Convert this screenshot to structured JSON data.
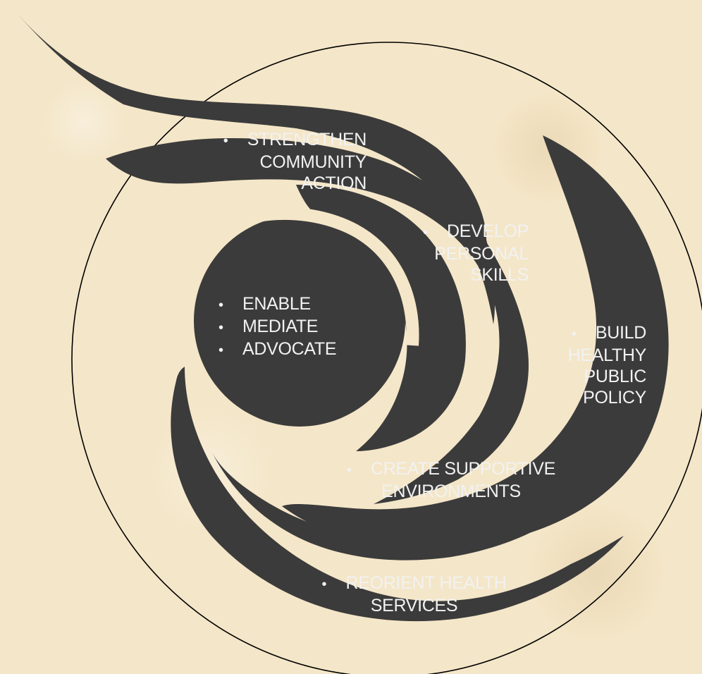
{
  "colors": {
    "background": "#f4e6c8",
    "swirl_fill": "#3b3b3b",
    "circle_stroke": "#000000",
    "text": "#f2f2f2"
  },
  "bullet_symbol": "•",
  "segments": {
    "strengthen": {
      "lines": [
        "STRENGTHEN",
        "COMMUNITY",
        "ACTION"
      ]
    },
    "develop": {
      "lines": [
        "DEVELOP",
        "PERSONAL",
        "SKILLS"
      ]
    },
    "center": {
      "lines": [
        "ENABLE",
        "MEDIATE",
        "ADVOCATE"
      ]
    },
    "build": {
      "lines": [
        "BUILD",
        "HEALTHY",
        "PUBLIC",
        "POLICY"
      ]
    },
    "create": {
      "lines": [
        "CREATE SUPPORTIVE",
        "ENVIRONMENTS"
      ]
    },
    "reorient": {
      "lines": [
        "REORIENT HEALTH",
        "SERVICES"
      ]
    }
  }
}
